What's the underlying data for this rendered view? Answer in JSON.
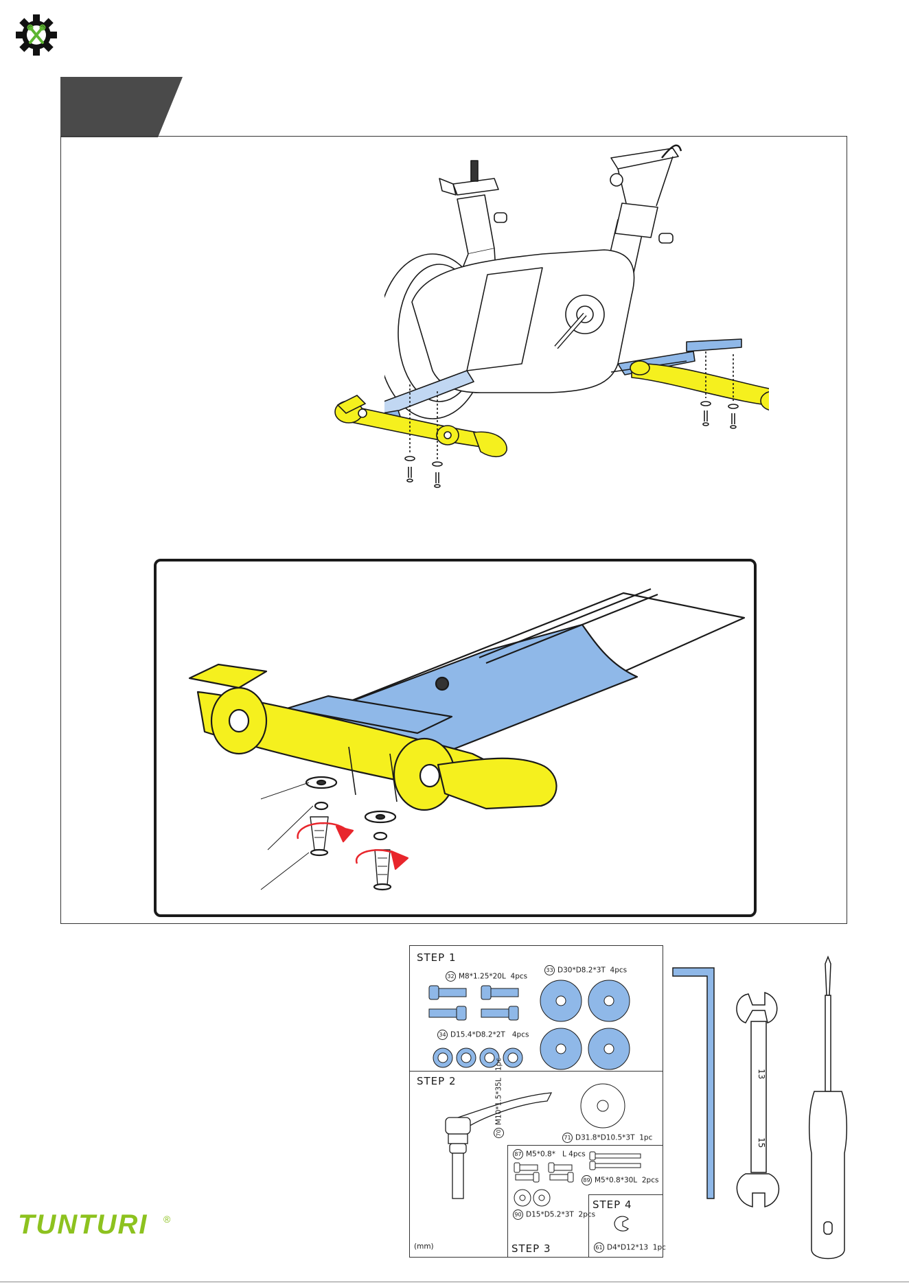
{
  "brand": {
    "name": "TUNTURI",
    "registered_mark": "®",
    "accent_color": "#8dc21f"
  },
  "logo": {
    "icon": "gear-wrench-logo-icon"
  },
  "colors": {
    "highlight_yellow": "#f5f01e",
    "highlight_blue": "#8fb8e8",
    "arrow_red": "#e8262c",
    "tab_dark": "#4a4a4a"
  },
  "parts_panel": {
    "step1": {
      "title": "STEP 1",
      "bolt": {
        "num": "32",
        "spec": "M8*1.25*20L",
        "qty": "4pcs"
      },
      "large_washer": {
        "num": "33",
        "spec": "D30*D8.2*3T",
        "qty": "4pcs"
      },
      "small_washer": {
        "num": "34",
        "spec": "D15.4*D8.2*2T",
        "qty": "4pcs"
      }
    },
    "step2": {
      "title": "STEP 2",
      "lever": {
        "num": "70",
        "spec": "M10*1.5*35L",
        "qty": "1pc"
      },
      "washer": {
        "num": "71",
        "spec": "D31.8*D10.5*3T",
        "qty": "1pc"
      },
      "unit": "(mm)"
    },
    "step3": {
      "title": "STEP 3",
      "screw_a": {
        "num": "87",
        "spec": "M5*0.8*",
        "spec_suffix": "L",
        "qty": "4pcs"
      },
      "screw_b": {
        "num": "89",
        "spec": "M5*0.8*30L",
        "qty": "2pcs"
      },
      "washer": {
        "num": "90",
        "spec": "D15*D5.2*3T",
        "qty": "2pcs"
      }
    },
    "step4": {
      "title": "STEP 4",
      "clip": {
        "num": "61",
        "spec": "D4*D12*13",
        "qty": "1pc"
      }
    }
  },
  "tools": {
    "hex_key": "hex-key-icon",
    "wrench": {
      "icon": "wrench-icon",
      "size_a": "13",
      "size_b": "15"
    },
    "screwdriver": "screwdriver-icon"
  }
}
